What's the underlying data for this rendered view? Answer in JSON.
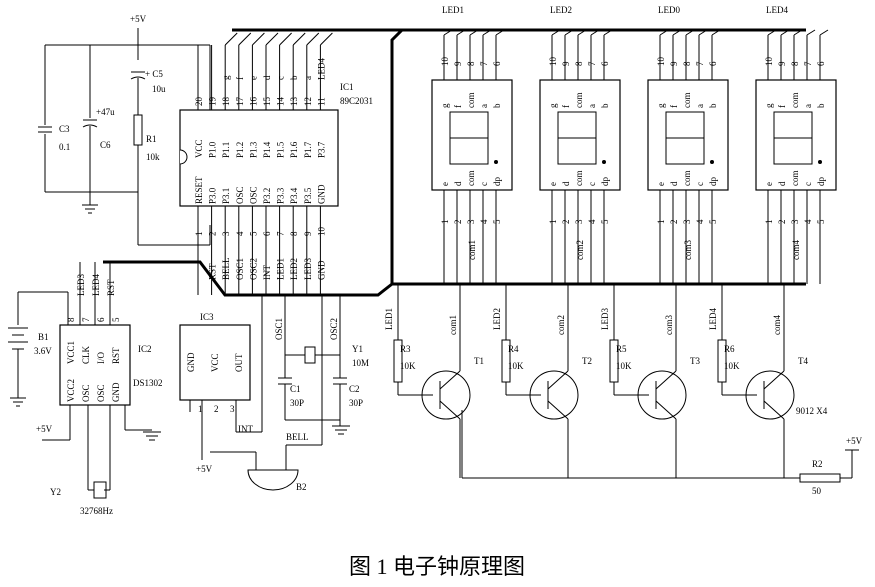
{
  "caption": "图 1  电子钟原理图",
  "supply": "+5V",
  "ic1": {
    "ref": "IC1",
    "part": "89C2031",
    "top_pins": [
      "20",
      "19",
      "18",
      "17",
      "16",
      "15",
      "14",
      "13",
      "12",
      "11"
    ],
    "top_names": [
      "VCC",
      "P1.0",
      "P1.1",
      "P1.2",
      "P1.3",
      "P1.4",
      "P1.5",
      "P1.6",
      "P1.7",
      "P3.7"
    ],
    "bot_pins": [
      "1",
      "2",
      "3",
      "4",
      "5",
      "6",
      "7",
      "8",
      "9",
      "10"
    ],
    "bot_names": [
      "RESET",
      "P3.0",
      "P3.1",
      "OSC",
      "OSC",
      "P3.2",
      "P3.3",
      "P3.4",
      "P3.5",
      "GND"
    ],
    "top_nets": [
      "g",
      "f",
      "e",
      "d",
      "c",
      "b",
      "a",
      "LED4"
    ],
    "bot_nets": [
      "RST",
      "BELL",
      "OSC1",
      "OSC2",
      "INT",
      "LED1",
      "LED2",
      "LED3",
      "GND"
    ]
  },
  "caps": {
    "c3": "C3",
    "c3v": "0.1",
    "c5": "+ C5",
    "c5v": "10u",
    "c6": "C6",
    "c6v": "+47u"
  },
  "r1": {
    "ref": "R1",
    "val": "10k"
  },
  "displays": [
    {
      "label": "LED1",
      "com": "com1"
    },
    {
      "label": "LED2",
      "com": "com2"
    },
    {
      "label": "LED0",
      "com": "com3"
    },
    {
      "label": "LED4",
      "com": "com4"
    }
  ],
  "disp_top_pins": [
    "10",
    "9",
    "8",
    "7",
    "6"
  ],
  "disp_bot_pins": [
    "1",
    "2",
    "3",
    "4",
    "5"
  ],
  "disp_top_seg": [
    "g",
    "f",
    "com",
    "a",
    "b"
  ],
  "disp_bot_seg": [
    "e",
    "d",
    "com",
    "c",
    "dp"
  ],
  "ic2": {
    "ref": "IC2",
    "part": "DS1302",
    "pins_top": [
      "8",
      "7",
      "6",
      "5"
    ],
    "names_top": [
      "VCC1",
      "CLK",
      "I/O",
      "RST"
    ],
    "names_bot": [
      "VCC2",
      "OSC",
      "OSC",
      "GND"
    ],
    "nets": [
      "LED3",
      "LED4",
      "RST"
    ]
  },
  "battery": {
    "ref": "B1",
    "val": "3.6V"
  },
  "ic3": {
    "ref": "IC3",
    "pins": [
      "GND",
      "VCC",
      "OUT"
    ],
    "nums": [
      "1",
      "2",
      "3"
    ],
    "net": "INT"
  },
  "crystal1": {
    "ref": "Y1",
    "val": "10M",
    "c1": "C1",
    "c2": "C2",
    "c1v": "30P",
    "c2v": "30P",
    "n1": "OSC1",
    "n2": "OSC2"
  },
  "crystal2": {
    "ref": "Y2",
    "val": "32768Hz"
  },
  "buzzer": {
    "ref": "B2",
    "net": "BELL"
  },
  "transistors": [
    {
      "led": "LED1",
      "rref": "R3",
      "rval": "10K",
      "ref": "T1",
      "com": "com1"
    },
    {
      "led": "LED2",
      "rref": "R4",
      "rval": "10K",
      "ref": "T2",
      "com": "com2"
    },
    {
      "led": "LED3",
      "rref": "R5",
      "rval": "10K",
      "ref": "T3",
      "com": "com3"
    },
    {
      "led": "LED4",
      "rref": "R6",
      "rval": "10K",
      "ref": "T4",
      "com": "com4"
    }
  ],
  "t4_part": "9012 X4",
  "r2": {
    "ref": "R2",
    "val": "50"
  }
}
